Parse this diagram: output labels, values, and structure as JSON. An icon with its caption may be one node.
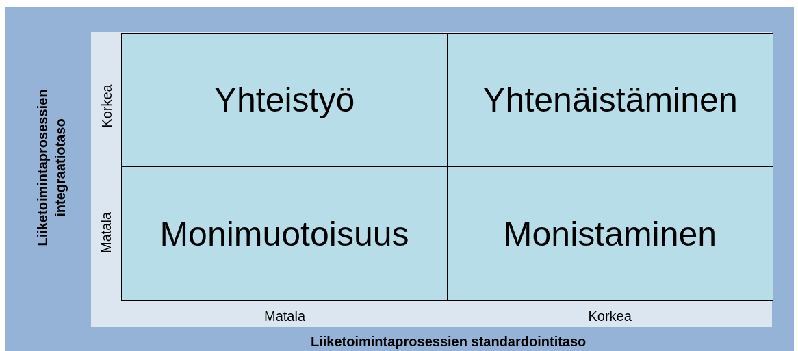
{
  "diagram": {
    "nodes": [
      {
        "text": [
          "Yhteistyö"
        ]
      },
      {
        "text": [
          "Yhtenäistäminen"
        ]
      },
      {
        "text": [
          "Monimuotoisuus"
        ]
      },
      {
        "text": [
          "Monistaminen"
        ]
      }
    ],
    "labels": [
      "Liiketoimintaprosessien integraatiotaso",
      "Korkea",
      "Matala",
      "Matala",
      "Korkea",
      "Liiketoimintaprosessien standardointitaso"
    ]
  }
}
